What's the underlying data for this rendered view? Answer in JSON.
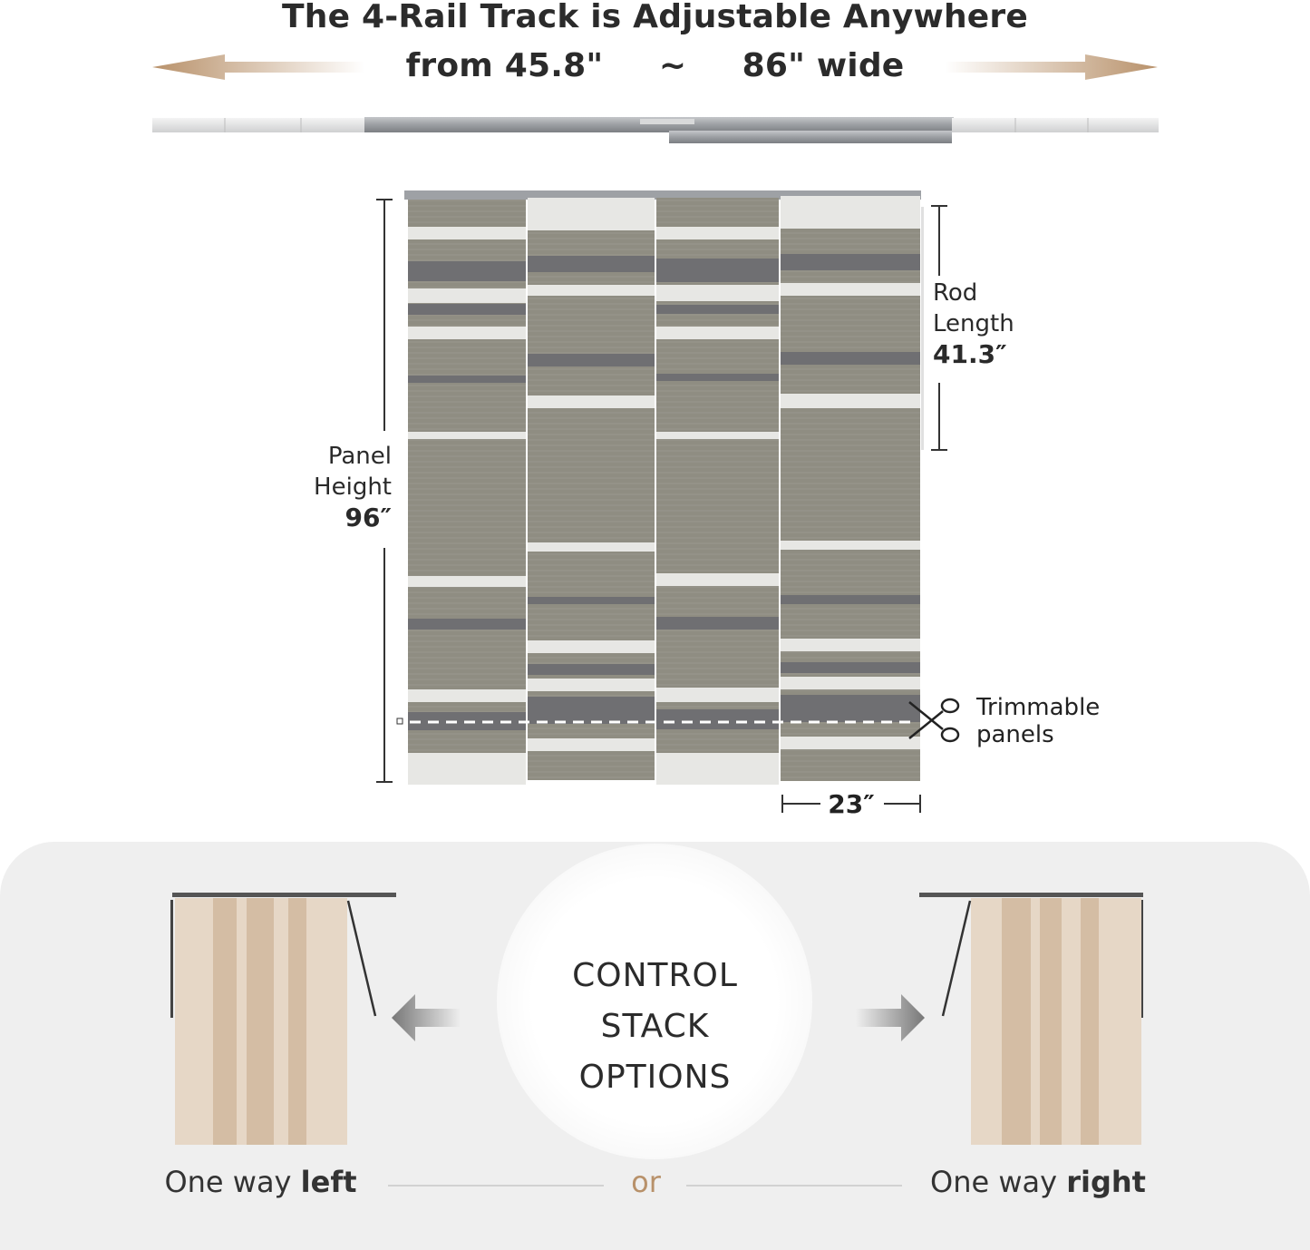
{
  "header": {
    "title_line1": "The 4-Rail Track is Adjustable Anywhere",
    "title_from": "from 45.8\"",
    "title_tilde": "~",
    "title_to": "86\" wide"
  },
  "dimensions": {
    "panel_height_label_1": "Panel",
    "panel_height_label_2": "Height",
    "panel_height_value": "96″",
    "rod_length_label_1": "Rod",
    "rod_length_label_2": "Length",
    "rod_length_value": "41.3″",
    "panel_width_value": "23″",
    "trim_label_1": "Trimmable",
    "trim_label_2": "panels"
  },
  "stack_options": {
    "center_line1": "CONTROL",
    "center_line2": "STACK",
    "center_line3": "OPTIONS",
    "left_prefix": "One way ",
    "left_bold": "left",
    "or": "or",
    "right_prefix": "One way ",
    "right_bold": "right"
  },
  "colors": {
    "arrow_tan": "#b8916a",
    "panel_gray": "#8f8d82",
    "stripe_dark": "#6f6f72",
    "stripe_light": "#e7e7e4",
    "stack_beige": "#e6d7c6",
    "stack_tan": "#d4bda4",
    "or_color": "#b8916a"
  },
  "icons": {
    "left_arrow": "arrow-left-icon",
    "right_arrow": "arrow-right-icon",
    "scissors": "scissors-icon"
  }
}
